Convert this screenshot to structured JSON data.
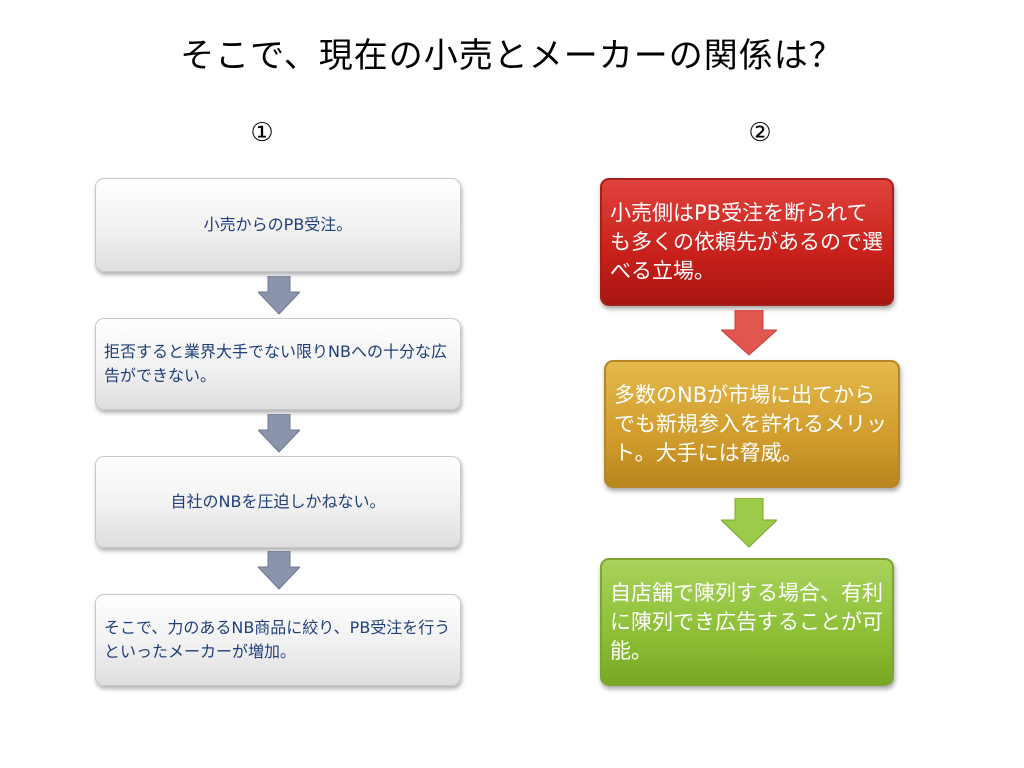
{
  "title": "そこで、現在の小売とメーカーの関係は？",
  "columns": [
    {
      "label": "①",
      "boxes": [
        "小売からのPB受注。",
        "拒否すると業界大手でない限りNBへの十分な広告ができない。",
        "自社のNBを圧迫しかねない。",
        "そこで、力のあるNB商品に絞り、PB受注を行うといったメーカーが増加。"
      ]
    },
    {
      "label": "②",
      "boxes": [
        "小売側はPB受注を断られても多くの依頼先があるので選べる立場。",
        "多数のNBが市場に出てからでも新規参入を許れるメリット。大手には脅威。",
        "自店舗で陳列する場合、有利に陳列でき広告することが可能。"
      ]
    }
  ],
  "colors": {
    "gray_arrow": "#8a94ab",
    "red_box": "#c8201b",
    "red_arrow": "#e0574f",
    "gold_box": "#d19d2d",
    "green_box": "#8cbf36",
    "green_arrow": "#9ccb4a",
    "gray_text": "#1f3f7a"
  }
}
